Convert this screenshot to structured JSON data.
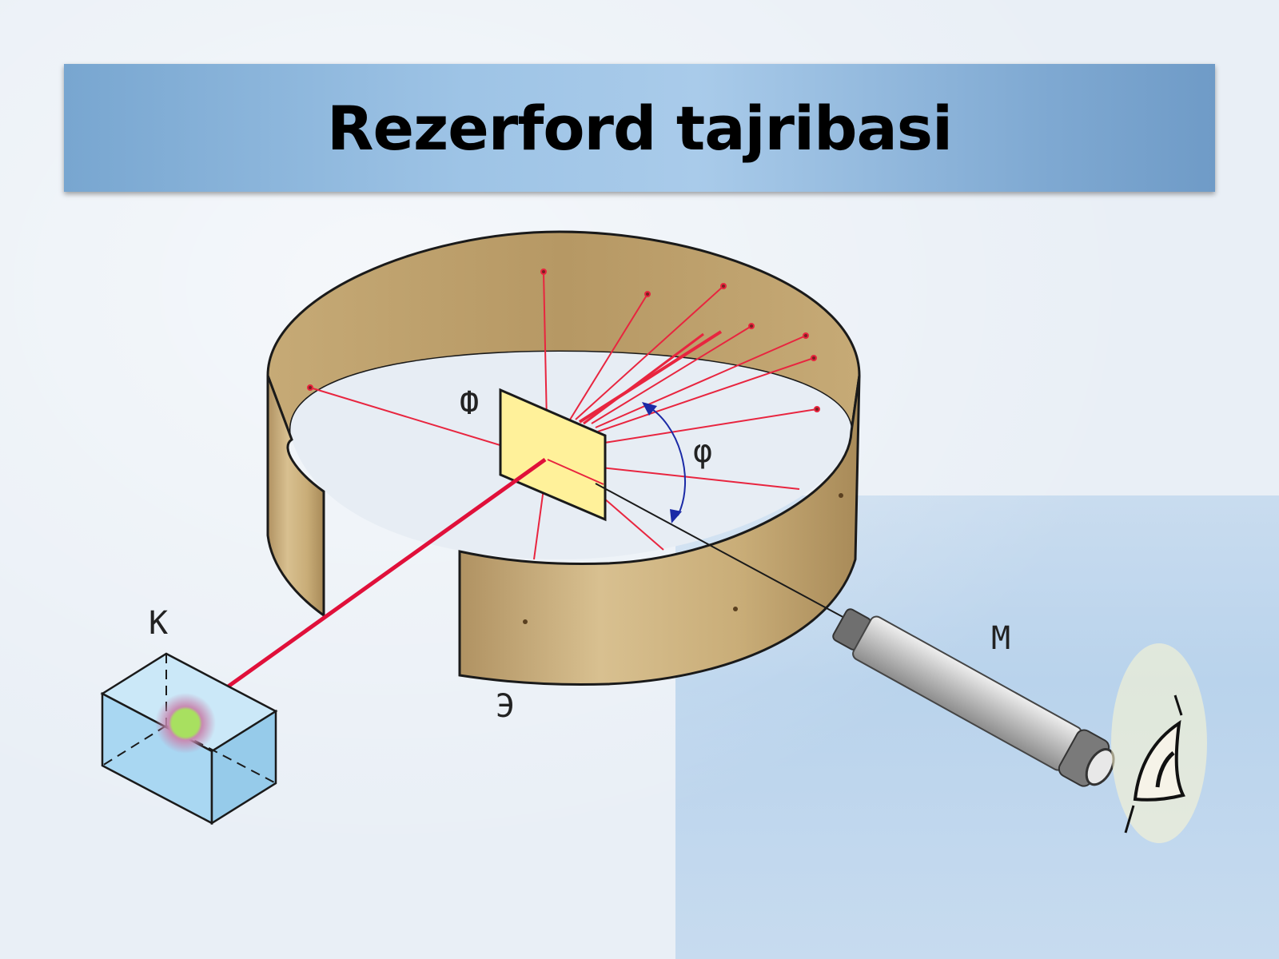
{
  "slide": {
    "title": "Rezerford tajribasi"
  },
  "diagram": {
    "labels": {
      "foil": "Ф",
      "angle": "φ",
      "source": "К",
      "screen": "Э",
      "microscope": "М"
    },
    "colors": {
      "ring": "#c2a672",
      "ring_dark": "#9b7f4c",
      "foil": "#fff19a",
      "beam": "#e0103a",
      "rays": "#e8253f",
      "source_box": "#a9d7f2",
      "microscope": "#bdbdbd",
      "arrow": "#1b2aa6"
    }
  }
}
